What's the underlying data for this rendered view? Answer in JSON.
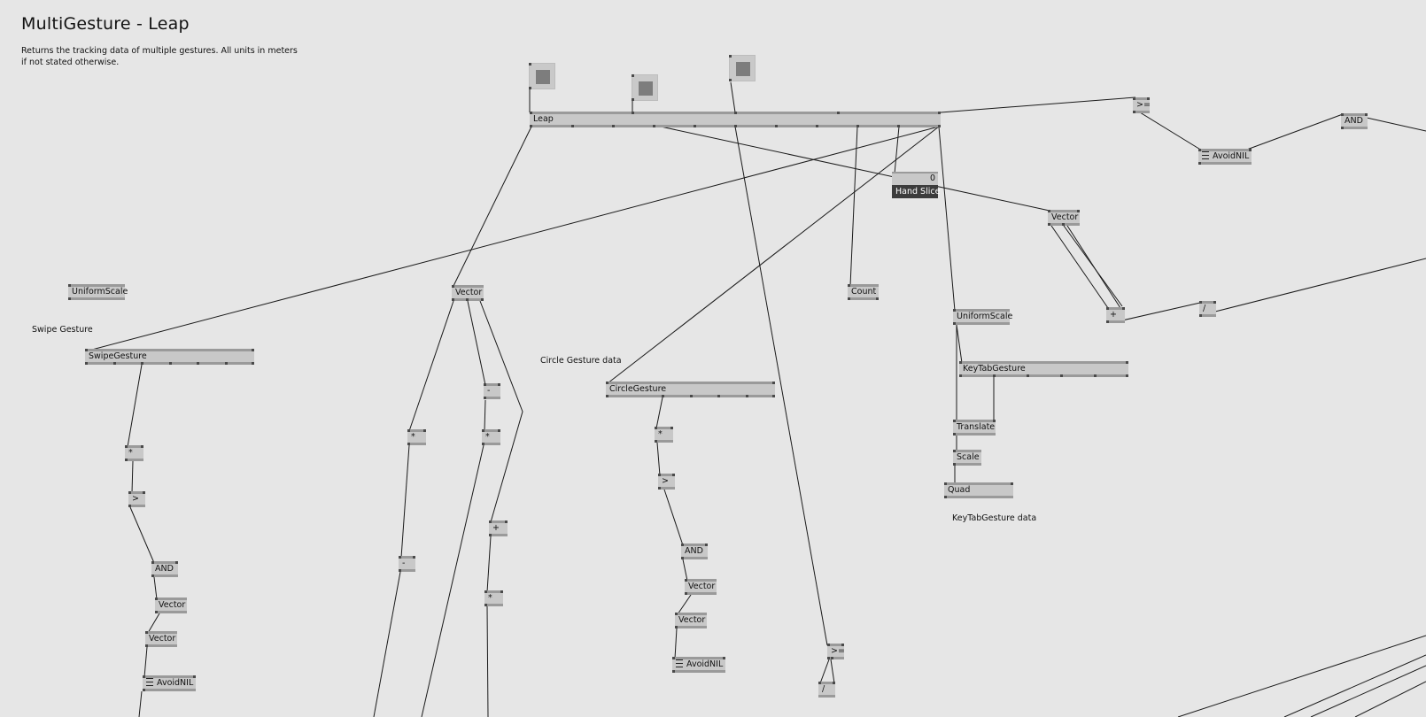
{
  "patch": {
    "title": "MultiGesture - Leap",
    "description": "Returns the tracking data of multiple gestures. All units in meters if not stated otherwise."
  },
  "comments": {
    "swipe": "Swipe Gesture",
    "circle": "Circle Gesture data",
    "keytab": "KeyTabGesture data"
  },
  "nodes": {
    "leap": "Leap",
    "hand_slice": "Hand Slice",
    "spread_value": "0",
    "ge_top": ">=",
    "avoidnil_top": "AvoidNIL",
    "and_top": "AND",
    "vector_right": "Vector",
    "plus_right": "+",
    "div_right": "/",
    "uniformscale_left": "UniformScale",
    "vector_mid": "Vector",
    "count": "Count",
    "uniformscale_right": "UniformScale",
    "keytab": "KeyTabGesture",
    "translate": "Translate",
    "scale": "Scale",
    "quad": "Quad",
    "swipe": "SwipeGesture",
    "swipe_mul": "*",
    "swipe_gt": ">",
    "swipe_and": "AND",
    "swipe_vector1": "Vector",
    "swipe_vector2": "Vector",
    "swipe_avoidnil": "AvoidNIL",
    "mul_a": "*",
    "minus_a": "-",
    "minus_b": "-",
    "mul_b": "*",
    "plus_b": "+",
    "mul_c": "*",
    "circle": "CircleGesture",
    "circle_mul": "*",
    "circle_gt": ">",
    "circle_and": "AND",
    "circle_vector1": "Vector",
    "circle_vector2": "Vector",
    "circle_avoidnil": "AvoidNIL",
    "ge_bottom": ">=",
    "div_bottom": "/"
  },
  "colors": {
    "background": "#e6e6e6",
    "node_fill": "#c8c8c8",
    "node_border": "#9a9a9a",
    "pin": "#4a4a4a",
    "wire": "#1a1a1a",
    "highlight_node": "#3c3c3c"
  }
}
